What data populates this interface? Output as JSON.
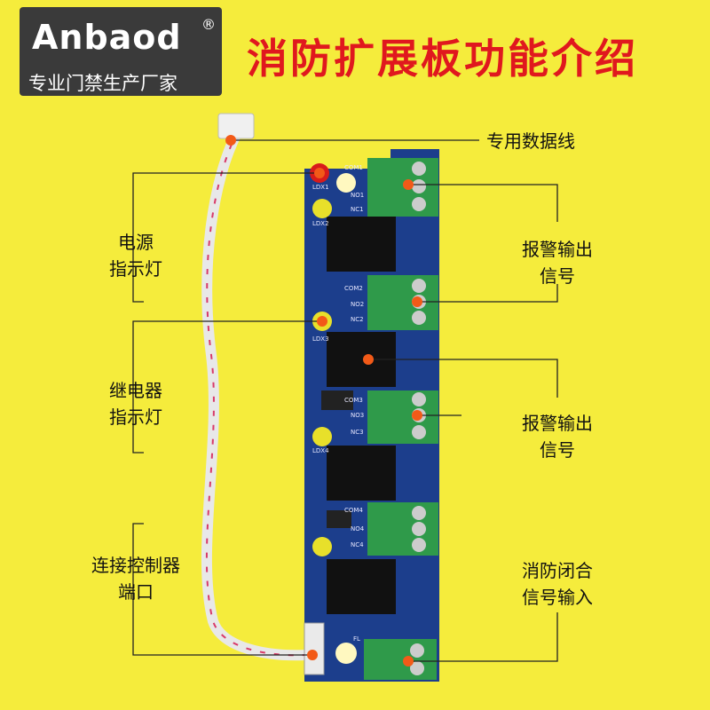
{
  "brand": {
    "name": "Anbaod",
    "registered_mark": "®",
    "slogan": "专业门禁生产厂家"
  },
  "title": "消防扩展板功能介绍",
  "callouts": {
    "data_cable": "专用数据线",
    "power_led_line1": "电源",
    "power_led_line2": "指示灯",
    "relay_led_line1": "继电器",
    "relay_led_line2": "指示灯",
    "controller_port_line1": "连接控制器",
    "controller_port_line2": "端口",
    "alarm_output_1_line1": "报警输出",
    "alarm_output_1_line2": "信号",
    "alarm_output_2_line1": "报警输出",
    "alarm_output_2_line2": "信号",
    "fire_input_line1": "消防闭合",
    "fire_input_line2": "信号输入"
  },
  "board_silkscreen": {
    "com1": "COM1",
    "no1": "NO1",
    "nc1": "NC1",
    "com2": "COM2",
    "no2": "NO2",
    "nc2": "NC2",
    "com3": "COM3",
    "no3": "NO3",
    "nc3": "NC3",
    "com4": "COM4",
    "no4": "NO4",
    "nc4": "NC4",
    "ldx1": "LDX1",
    "ldx2": "LDX2",
    "ldx3": "LDX3",
    "ldx4": "LDX4",
    "fl": "FL"
  },
  "colors": {
    "background": "#f5ec3c",
    "title": "#e0181e",
    "board": "#1c3e8c",
    "terminal": "#2f9a4a",
    "callout_dot": "#f25a18",
    "brand_box": "#3a3a3a"
  }
}
